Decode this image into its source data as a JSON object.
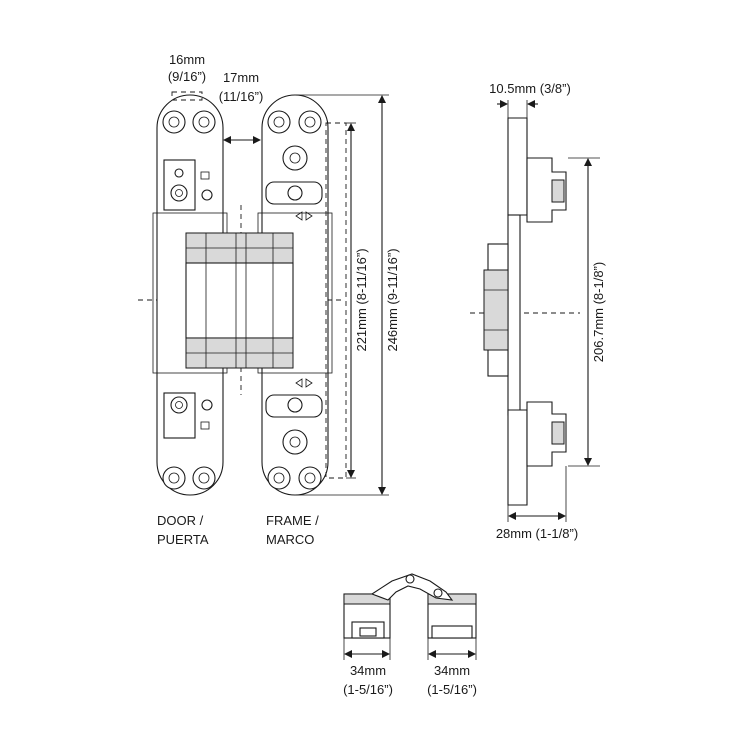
{
  "front_view": {
    "dim_screw_spacing": "16mm",
    "dim_screw_spacing_in": "(9/16”)",
    "dim_gap": "17mm",
    "dim_gap_in": "(11/16”)",
    "dim_inner_length": "221mm (8-11/16”)",
    "dim_total_length": "246mm (9-11/16”)",
    "door_label_1": "DOOR /",
    "door_label_2": "PUERTA",
    "frame_label_1": "FRAME /",
    "frame_label_2": "MARCO"
  },
  "side_view": {
    "dim_thickness": "10.5mm (3/8”)",
    "dim_height": "206.7mm (8-1/8”)",
    "dim_depth": "28mm (1-1/8”)"
  },
  "top_view": {
    "dim_left_depth": "34mm",
    "dim_left_depth_in": "(1-5/16”)",
    "dim_right_depth": "34mm",
    "dim_right_depth_in": "(1-5/16”)"
  },
  "colors": {
    "line": "#1a1a1a",
    "fill_light": "#d9d9d9",
    "fill_mid": "#8a8a8a"
  }
}
